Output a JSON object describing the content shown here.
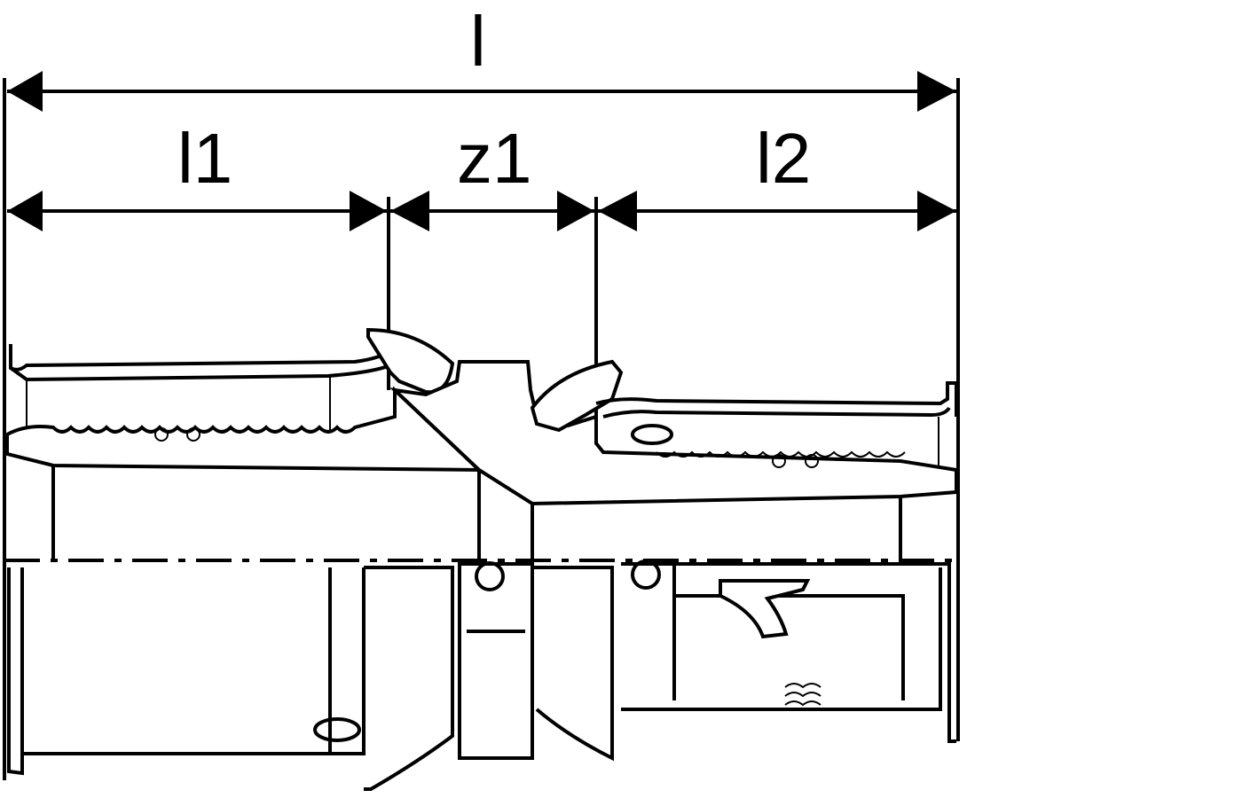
{
  "drawing": {
    "dimensions": {
      "overall_length": "l",
      "left_insert_length": "l1",
      "middle_offset": "z1",
      "right_insert_length": "l2"
    }
  }
}
